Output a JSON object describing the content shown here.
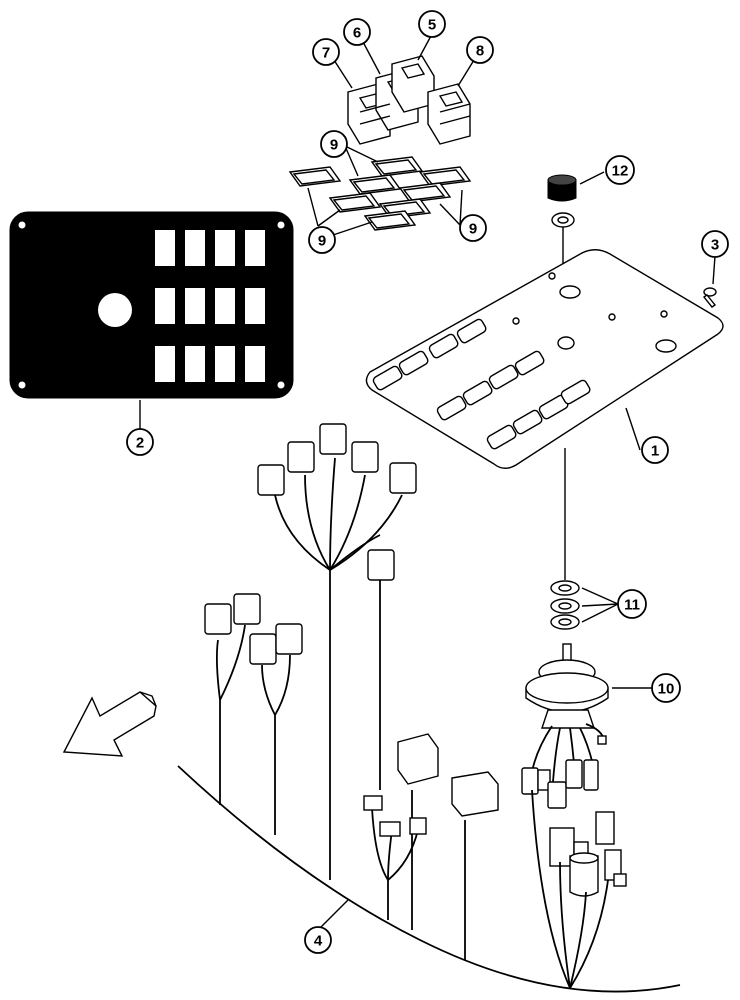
{
  "diagram": {
    "callouts": [
      {
        "id": "callout-1",
        "label": "1"
      },
      {
        "id": "callout-2",
        "label": "2"
      },
      {
        "id": "callout-3",
        "label": "3"
      },
      {
        "id": "callout-4",
        "label": "4"
      },
      {
        "id": "callout-5",
        "label": "5"
      },
      {
        "id": "callout-6",
        "label": "6"
      },
      {
        "id": "callout-7",
        "label": "7"
      },
      {
        "id": "callout-8",
        "label": "8"
      },
      {
        "id": "callout-9a",
        "label": "9"
      },
      {
        "id": "callout-9b",
        "label": "9"
      },
      {
        "id": "callout-9c",
        "label": "9"
      },
      {
        "id": "callout-10",
        "label": "10"
      },
      {
        "id": "callout-11",
        "label": "11"
      },
      {
        "id": "callout-12",
        "label": "12"
      }
    ]
  }
}
